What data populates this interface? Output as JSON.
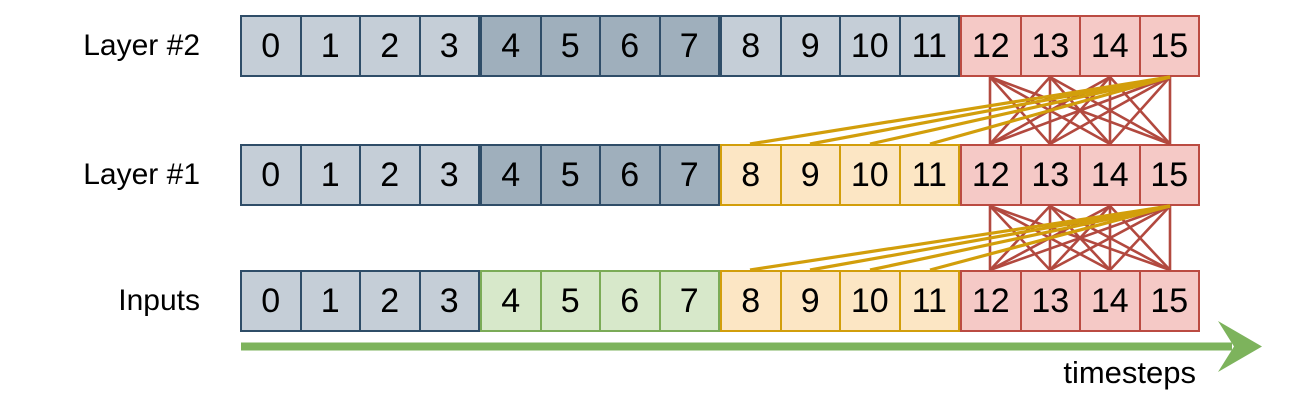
{
  "rows": [
    {
      "name": "layer2",
      "label": "Layer #2",
      "cells": [
        {
          "v": "0",
          "c": "blue"
        },
        {
          "v": "1",
          "c": "blue"
        },
        {
          "v": "2",
          "c": "blue"
        },
        {
          "v": "3",
          "c": "blue"
        },
        {
          "v": "4",
          "c": "blue_dark"
        },
        {
          "v": "5",
          "c": "blue_dark"
        },
        {
          "v": "6",
          "c": "blue_dark"
        },
        {
          "v": "7",
          "c": "blue_dark"
        },
        {
          "v": "8",
          "c": "blue"
        },
        {
          "v": "9",
          "c": "blue"
        },
        {
          "v": "10",
          "c": "blue"
        },
        {
          "v": "11",
          "c": "blue"
        },
        {
          "v": "12",
          "c": "pink"
        },
        {
          "v": "13",
          "c": "pink"
        },
        {
          "v": "14",
          "c": "pink"
        },
        {
          "v": "15",
          "c": "pink"
        }
      ]
    },
    {
      "name": "layer1",
      "label": "Layer #1",
      "cells": [
        {
          "v": "0",
          "c": "blue"
        },
        {
          "v": "1",
          "c": "blue"
        },
        {
          "v": "2",
          "c": "blue"
        },
        {
          "v": "3",
          "c": "blue"
        },
        {
          "v": "4",
          "c": "blue_dark"
        },
        {
          "v": "5",
          "c": "blue_dark"
        },
        {
          "v": "6",
          "c": "blue_dark"
        },
        {
          "v": "7",
          "c": "blue_dark"
        },
        {
          "v": "8",
          "c": "orange"
        },
        {
          "v": "9",
          "c": "orange"
        },
        {
          "v": "10",
          "c": "orange"
        },
        {
          "v": "11",
          "c": "orange"
        },
        {
          "v": "12",
          "c": "pink"
        },
        {
          "v": "13",
          "c": "pink"
        },
        {
          "v": "14",
          "c": "pink"
        },
        {
          "v": "15",
          "c": "pink"
        }
      ]
    },
    {
      "name": "inputs",
      "label": "Inputs",
      "cells": [
        {
          "v": "0",
          "c": "blue"
        },
        {
          "v": "1",
          "c": "blue"
        },
        {
          "v": "2",
          "c": "blue"
        },
        {
          "v": "3",
          "c": "blue"
        },
        {
          "v": "4",
          "c": "green"
        },
        {
          "v": "5",
          "c": "green"
        },
        {
          "v": "6",
          "c": "green"
        },
        {
          "v": "7",
          "c": "green"
        },
        {
          "v": "8",
          "c": "orange"
        },
        {
          "v": "9",
          "c": "orange"
        },
        {
          "v": "10",
          "c": "orange"
        },
        {
          "v": "11",
          "c": "orange"
        },
        {
          "v": "12",
          "c": "pink"
        },
        {
          "v": "13",
          "c": "pink"
        },
        {
          "v": "14",
          "c": "pink"
        },
        {
          "v": "15",
          "c": "pink"
        }
      ]
    }
  ],
  "palette": {
    "blue": {
      "fill": "#c5ced7",
      "border": "#2f4d68"
    },
    "blue_dark": {
      "fill": "#9fafbc",
      "border": "#2f4d68"
    },
    "green": {
      "fill": "#d7e8ca",
      "border": "#7bab57"
    },
    "orange": {
      "fill": "#fce6c4",
      "border": "#d29e0b"
    },
    "pink": {
      "fill": "#f5c9c6",
      "border": "#bb4b42"
    }
  },
  "connections": [
    {
      "name": "full-attention-layer1-layer2",
      "from_row": "layer1",
      "to_row": "layer2",
      "kind": "full",
      "from_cells": [
        12,
        13,
        14,
        15
      ],
      "to_cells": [
        12,
        13,
        14,
        15
      ],
      "color": "#b2493f",
      "width": 2.6
    },
    {
      "name": "memory-attention-layer1-layer2",
      "from_row": "layer1",
      "to_row": "layer2",
      "kind": "converge",
      "from_cells": [
        8,
        9,
        10,
        11
      ],
      "to_cells": [
        15
      ],
      "color": "#d29e0b",
      "width": 3.2
    },
    {
      "name": "full-attention-inputs-layer1",
      "from_row": "inputs",
      "to_row": "layer1",
      "kind": "full",
      "from_cells": [
        12,
        13,
        14,
        15
      ],
      "to_cells": [
        12,
        13,
        14,
        15
      ],
      "color": "#b2493f",
      "width": 2.6
    },
    {
      "name": "memory-attention-inputs-layer1",
      "from_row": "inputs",
      "to_row": "layer1",
      "kind": "converge",
      "from_cells": [
        8,
        9,
        10,
        11
      ],
      "to_cells": [
        15
      ],
      "color": "#d29e0b",
      "width": 3.2
    }
  ],
  "axis": {
    "label": "timesteps",
    "color": "#7db35c"
  }
}
